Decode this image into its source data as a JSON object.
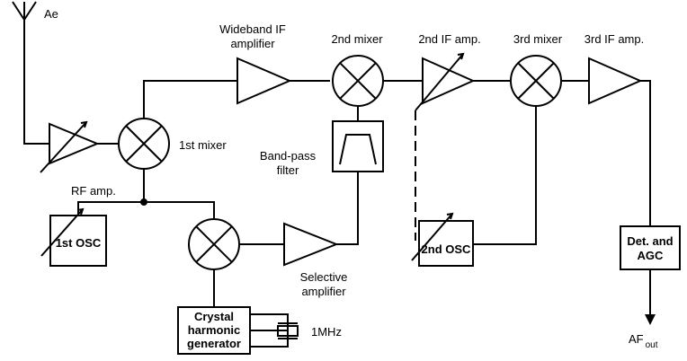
{
  "labels": {
    "antenna": "Ae",
    "rf_amp": "RF amp.",
    "mixer1": "1st mixer",
    "osc1": "1st OSC",
    "crystal_1": "Crystal",
    "crystal_2": "harmonic",
    "crystal_3": "generator",
    "crystal_freq": "1MHz",
    "selective_1": "Selective",
    "selective_2": "amplifier",
    "bandpass_1": "Band-pass",
    "bandpass_2": "filter",
    "wideband_1": "Wideband IF",
    "wideband_2": "amplifier",
    "mixer2": "2nd mixer",
    "if2_amp": "2nd IF amp.",
    "osc2": "2nd OSC",
    "mixer3": "3rd mixer",
    "if3_amp": "3rd IF amp.",
    "det_1": "Det. and",
    "det_2": "AGC",
    "af_main": "AF",
    "af_sub": "out"
  }
}
